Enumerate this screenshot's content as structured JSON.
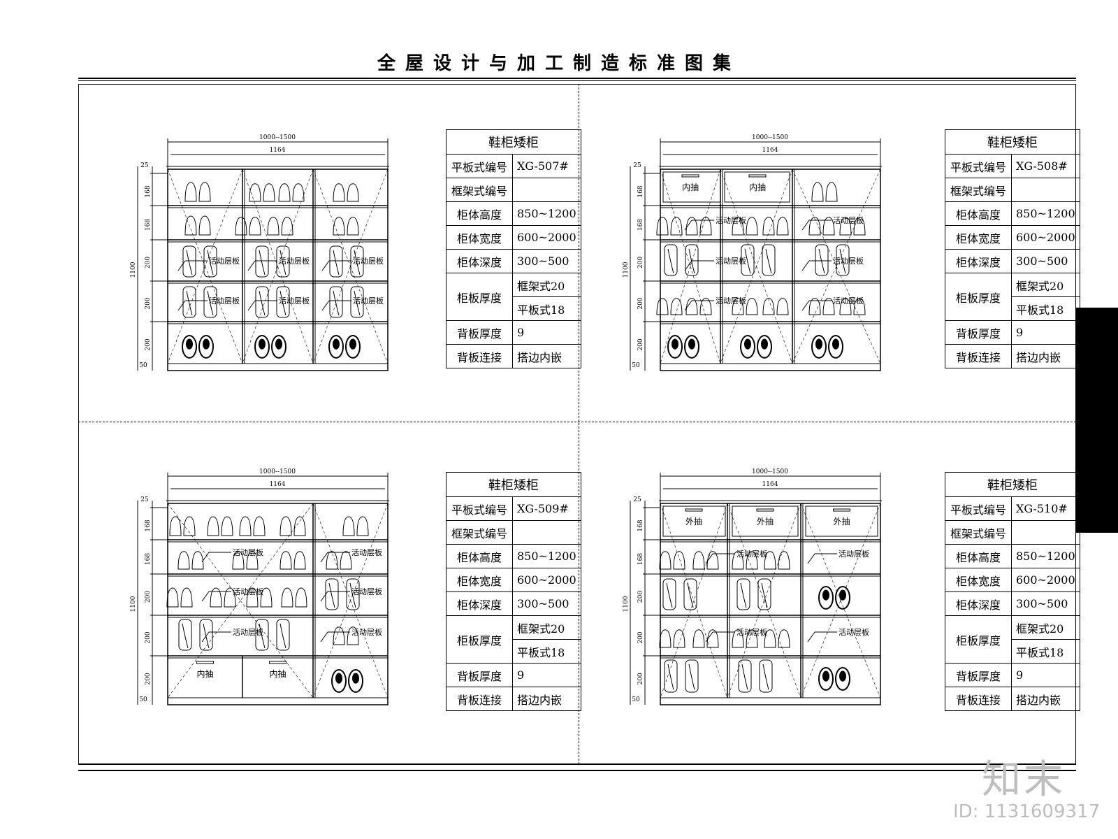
{
  "title": "全屋设计与加工制造标准图集",
  "drawing_labels": {
    "overall_width": "1000--1500",
    "inner_width": "1164",
    "height_total": "1100",
    "top_offset": "25",
    "base_offset": "50",
    "sizes": {
      "s168": "168",
      "s200": "200"
    },
    "movable_shelf": "活动层板",
    "inner_drawer": "内抽",
    "outer_drawer": "外抽"
  },
  "tables": [
    {
      "heading": "鞋柜矮柜",
      "rows": [
        {
          "key": "平板式编号",
          "value": "XG-507#"
        },
        {
          "key": "框架式编号",
          "value": ""
        },
        {
          "key": "柜体高度",
          "value": "850~1200"
        },
        {
          "key": "柜体宽度",
          "value": "600~2000"
        },
        {
          "key": "柜体深度",
          "value": "300~500"
        }
      ],
      "board_key": "柜板厚度",
      "board_values": [
        "框架式20",
        "平板式18"
      ],
      "tail_rows": [
        {
          "key": "背板厚度",
          "value": "9"
        },
        {
          "key": "背板连接",
          "value": "搭边内嵌"
        }
      ]
    },
    {
      "heading": "鞋柜矮柜",
      "rows": [
        {
          "key": "平板式编号",
          "value": "XG-508#"
        },
        {
          "key": "框架式编号",
          "value": ""
        },
        {
          "key": "柜体高度",
          "value": "850~1200"
        },
        {
          "key": "柜体宽度",
          "value": "600~2000"
        },
        {
          "key": "柜体深度",
          "value": "300~500"
        }
      ],
      "board_key": "柜板厚度",
      "board_values": [
        "框架式20",
        "平板式18"
      ],
      "tail_rows": [
        {
          "key": "背板厚度",
          "value": "9"
        },
        {
          "key": "背板连接",
          "value": "搭边内嵌"
        }
      ]
    },
    {
      "heading": "鞋柜矮柜",
      "rows": [
        {
          "key": "平板式编号",
          "value": "XG-509#"
        },
        {
          "key": "框架式编号",
          "value": ""
        },
        {
          "key": "柜体高度",
          "value": "850~1200"
        },
        {
          "key": "柜体宽度",
          "value": "600~2000"
        },
        {
          "key": "柜体深度",
          "value": "300~500"
        }
      ],
      "board_key": "柜板厚度",
      "board_values": [
        "框架式20",
        "平板式18"
      ],
      "tail_rows": [
        {
          "key": "背板厚度",
          "value": "9"
        },
        {
          "key": "背板连接",
          "value": "搭边内嵌"
        }
      ]
    },
    {
      "heading": "鞋柜矮柜",
      "rows": [
        {
          "key": "平板式编号",
          "value": "XG-510#"
        },
        {
          "key": "框架式编号",
          "value": ""
        },
        {
          "key": "柜体高度",
          "value": "850~1200"
        },
        {
          "key": "柜体宽度",
          "value": "600~2000"
        },
        {
          "key": "柜体深度",
          "value": "300~500"
        }
      ],
      "board_key": "柜板厚度",
      "board_values": [
        "框架式20",
        "平板式18"
      ],
      "tail_rows": [
        {
          "key": "背板厚度",
          "value": "9"
        },
        {
          "key": "背板连接",
          "value": "搭边内嵌"
        }
      ]
    }
  ],
  "watermark": {
    "logo": "知末",
    "id": "ID: 1131609317"
  }
}
